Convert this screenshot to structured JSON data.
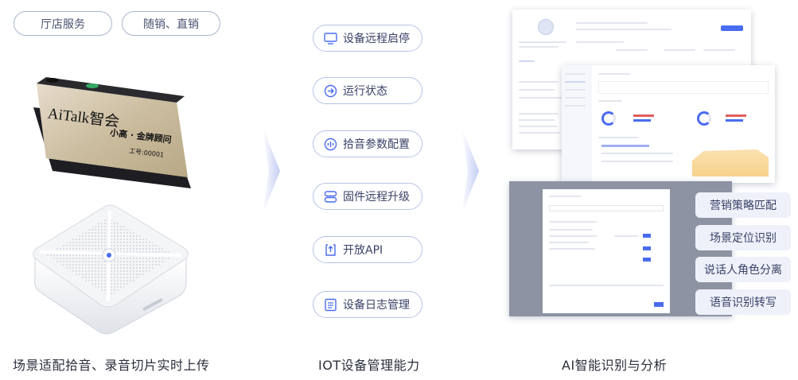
{
  "top_pills": [
    "厅店服务",
    "随销、直销"
  ],
  "badge": {
    "brand": "AiTalk智会",
    "name": "小高 · 金牌顾问",
    "id_text": "工号:00001"
  },
  "features": [
    {
      "label": "设备远程启停",
      "icon": "monitor-icon"
    },
    {
      "label": "运行状态",
      "icon": "arrow-circle-icon"
    },
    {
      "label": "拾音参数配置",
      "icon": "waveform-icon"
    },
    {
      "label": "固件远程升级",
      "icon": "server-icon"
    },
    {
      "label": "开放API",
      "icon": "upload-box-icon"
    },
    {
      "label": "设备日志管理",
      "icon": "log-list-icon"
    }
  ],
  "ai_tags": [
    "营销策略匹配",
    "场景定位识别",
    "说话人角色分离",
    "语音识别转写"
  ],
  "captions": [
    "场景适配拾音、录音切片实时上传",
    "IOT设备管理能力",
    "AI智能识别与分析"
  ],
  "colors": {
    "accent": "#4a6cf0",
    "pill_border": "#aab4cf",
    "tag_bg": "#eef1fa"
  }
}
